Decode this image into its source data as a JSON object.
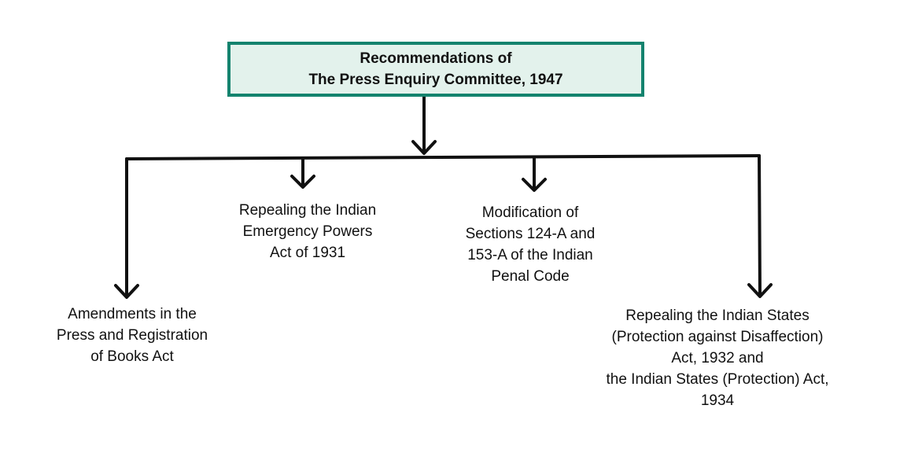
{
  "root": {
    "lines": [
      "Recommendations of",
      "The Press Enquiry Committee, 1947"
    ]
  },
  "branches": [
    {
      "lines": [
        "Amendments in the",
        "Press and Registration",
        "of Books Act"
      ]
    },
    {
      "lines": [
        "Repealing the Indian",
        "Emergency Powers",
        "Act of 1931"
      ]
    },
    {
      "lines": [
        "Modification of",
        "Sections 124-A and",
        "153-A of the Indian",
        "Penal Code"
      ]
    },
    {
      "lines": [
        "Repealing the Indian States",
        "(Protection against Disaffection)",
        "Act, 1932 and",
        "the Indian States (Protection) Act,",
        "1934"
      ]
    }
  ],
  "colors": {
    "root_border": "#14836e",
    "root_fill": "#e3f2ec",
    "connector": "#111111"
  }
}
